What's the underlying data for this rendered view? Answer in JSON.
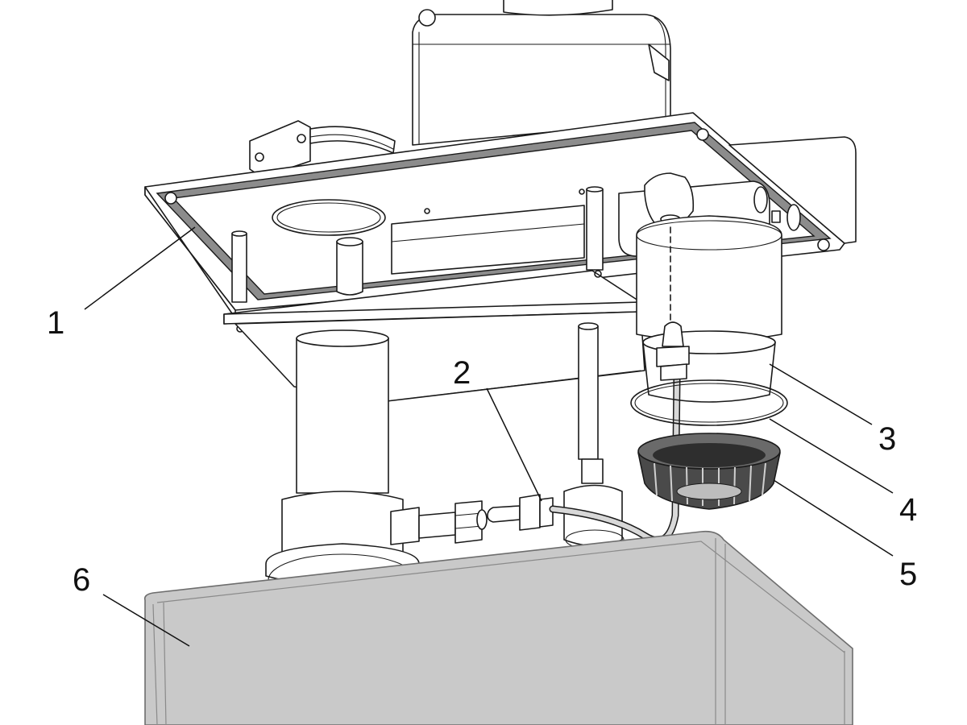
{
  "diagram": {
    "callouts": [
      {
        "id": "1",
        "label": "1"
      },
      {
        "id": "2",
        "label": "2"
      },
      {
        "id": "3",
        "label": "3"
      },
      {
        "id": "4",
        "label": "4"
      },
      {
        "id": "5",
        "label": "5"
      },
      {
        "id": "6",
        "label": "6"
      }
    ],
    "colors": {
      "line": "#1a1a1a",
      "gasket": "#8c8c8c",
      "tank": "#c9c9c9",
      "cap": "#4a4a4a",
      "mesh": "#bdbdbd"
    }
  }
}
